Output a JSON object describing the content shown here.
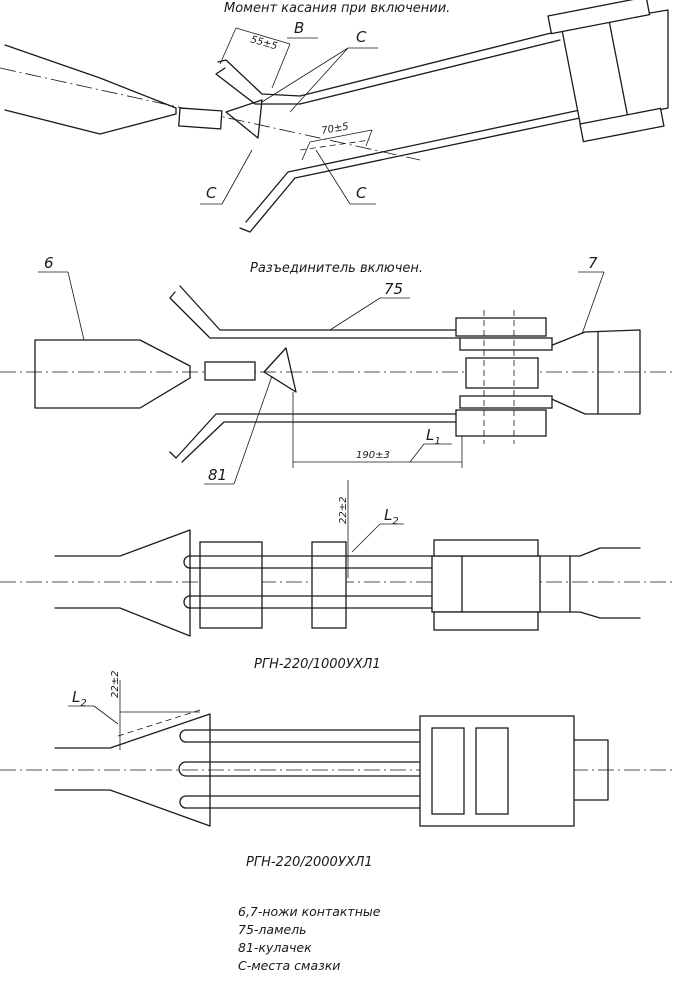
{
  "captions": {
    "top": "Момент касания при включении.",
    "middle": "Разъединитель включен.",
    "model_1000": "РГН-220/1000УХЛ1",
    "model_2000": "РГН-220/2000УХЛ1"
  },
  "labels": {
    "B": "B",
    "C": "C",
    "num_6": "6",
    "num_7": "7",
    "num_75": "75",
    "num_81": "81",
    "L1_main": "L",
    "L1_sub": "1",
    "L2_main": "L",
    "L2_sub": "2"
  },
  "dimensions": {
    "d_55": "55±5",
    "d_70": "70±5",
    "d_190": "190±3",
    "d_22": "22±2"
  },
  "legend": [
    "6,7-ножи контактные",
    "75-ламель",
    "81-кулачек",
    "С-места смазки"
  ]
}
